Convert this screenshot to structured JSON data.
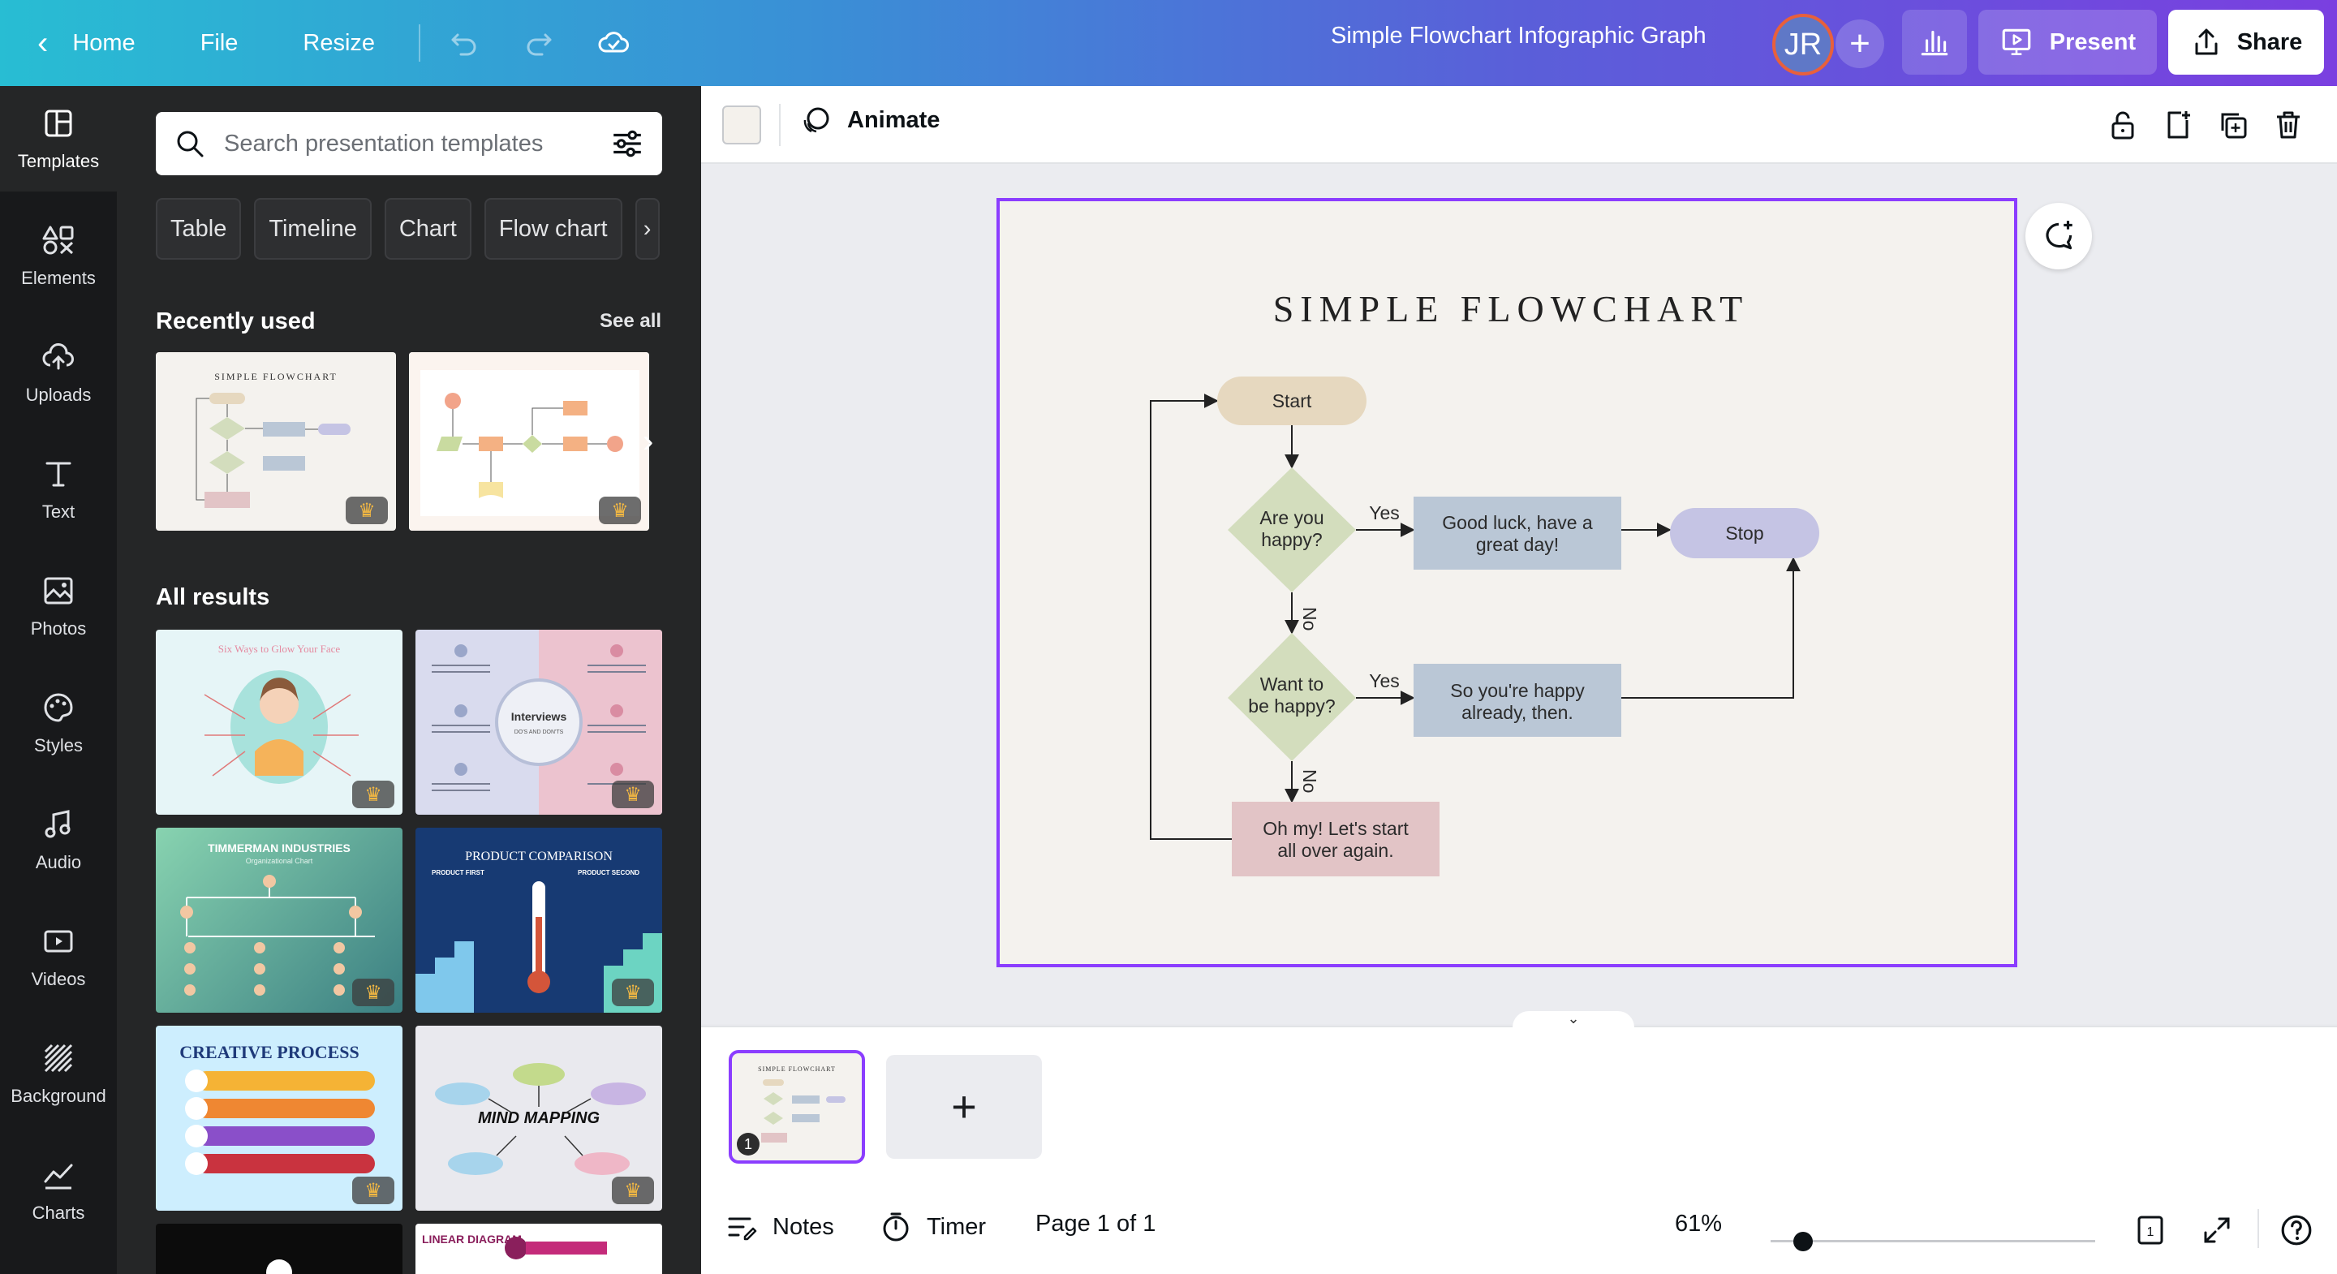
{
  "topbar": {
    "home": "Home",
    "file": "File",
    "resize": "Resize",
    "doc_title": "Simple Flowchart Infographic Graph",
    "avatar_initials": "JR",
    "add": "+",
    "present": "Present",
    "share": "Share"
  },
  "rail": [
    {
      "label": "Templates"
    },
    {
      "label": "Elements"
    },
    {
      "label": "Uploads"
    },
    {
      "label": "Text"
    },
    {
      "label": "Photos"
    },
    {
      "label": "Styles"
    },
    {
      "label": "Audio"
    },
    {
      "label": "Videos"
    },
    {
      "label": "Background"
    },
    {
      "label": "Charts"
    }
  ],
  "panel": {
    "search_placeholder": "Search presentation templates",
    "chips": [
      "Table",
      "Timeline",
      "Chart",
      "Flow chart"
    ],
    "recent_title": "Recently used",
    "see_all": "See all",
    "all_results_title": "All results",
    "thumb_texts": {
      "simple_flowchart": "SIMPLE FLOWCHART",
      "grow_face": "Six Ways to Glow Your Face",
      "interviews": "Interviews",
      "interviews_sub": "DO'S AND DON'TS",
      "timmerman": "TIMMERMAN INDUSTRIES",
      "timmerman_sub": "Organizational Chart",
      "product_comparison": "PRODUCT COMPARISON",
      "product_first": "PRODUCT FIRST",
      "product_second": "PRODUCT SECOND",
      "creative_process": "CREATIVE PROCESS",
      "mind_mapping": "MIND MAPPING",
      "linear_diagram": "LINEAR DIAGRAM"
    }
  },
  "toolbar": {
    "animate": "Animate"
  },
  "slide": {
    "title": "SIMPLE FLOWCHART",
    "start": "Start",
    "q1": [
      "Are you",
      "happy?"
    ],
    "a1": [
      "Good luck, have a",
      "great day!"
    ],
    "stop": "Stop",
    "q2": [
      "Want to",
      "be happy?"
    ],
    "a2": [
      "So you're happy",
      "already, then."
    ],
    "restart": [
      "Oh my! Let's start",
      "all over again."
    ],
    "yes": "Yes",
    "no": "No"
  },
  "footer": {
    "notes": "Notes",
    "timer": "Timer",
    "page": "Page 1 of 1",
    "zoom": "61%",
    "page_count": "1"
  },
  "pages": {
    "page_number": "1",
    "add": "+"
  },
  "colors": {
    "accent": "#8b3dff",
    "start_fill": "#e6d8bf",
    "diamond_fill": "#d3ddbd",
    "answer_fill": "#bac7d6",
    "stop_fill": "#c5c4e4",
    "restart_fill": "#e2c4c6"
  }
}
